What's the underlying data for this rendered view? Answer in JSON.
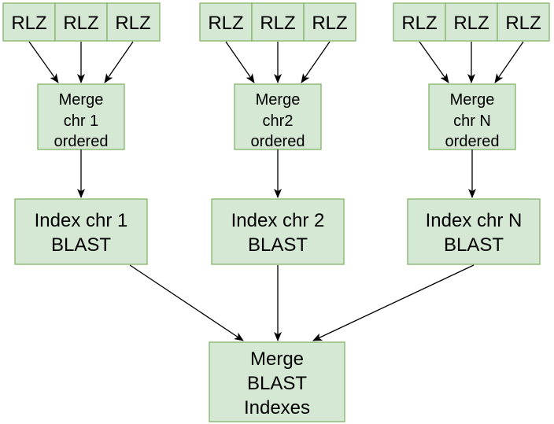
{
  "diagram": {
    "groups": [
      {
        "rlz": [
          "RLZ",
          "RLZ",
          "RLZ"
        ],
        "merge": [
          "Merge",
          "chr 1",
          "ordered"
        ],
        "index": [
          "Index chr 1",
          "BLAST"
        ]
      },
      {
        "rlz": [
          "RLZ",
          "RLZ",
          "RLZ"
        ],
        "merge": [
          "Merge",
          "chr2",
          "ordered"
        ],
        "index": [
          "Index chr 2",
          "BLAST"
        ]
      },
      {
        "rlz": [
          "RLZ",
          "RLZ",
          "RLZ"
        ],
        "merge": [
          "Merge",
          "chr N",
          "ordered"
        ],
        "index": [
          "Index chr N",
          "BLAST"
        ]
      }
    ],
    "final": [
      "Merge",
      "BLAST",
      "Indexes"
    ],
    "colors": {
      "fill": "#d5e8d4",
      "stroke": "#82b366",
      "arrow": "#000000"
    }
  }
}
